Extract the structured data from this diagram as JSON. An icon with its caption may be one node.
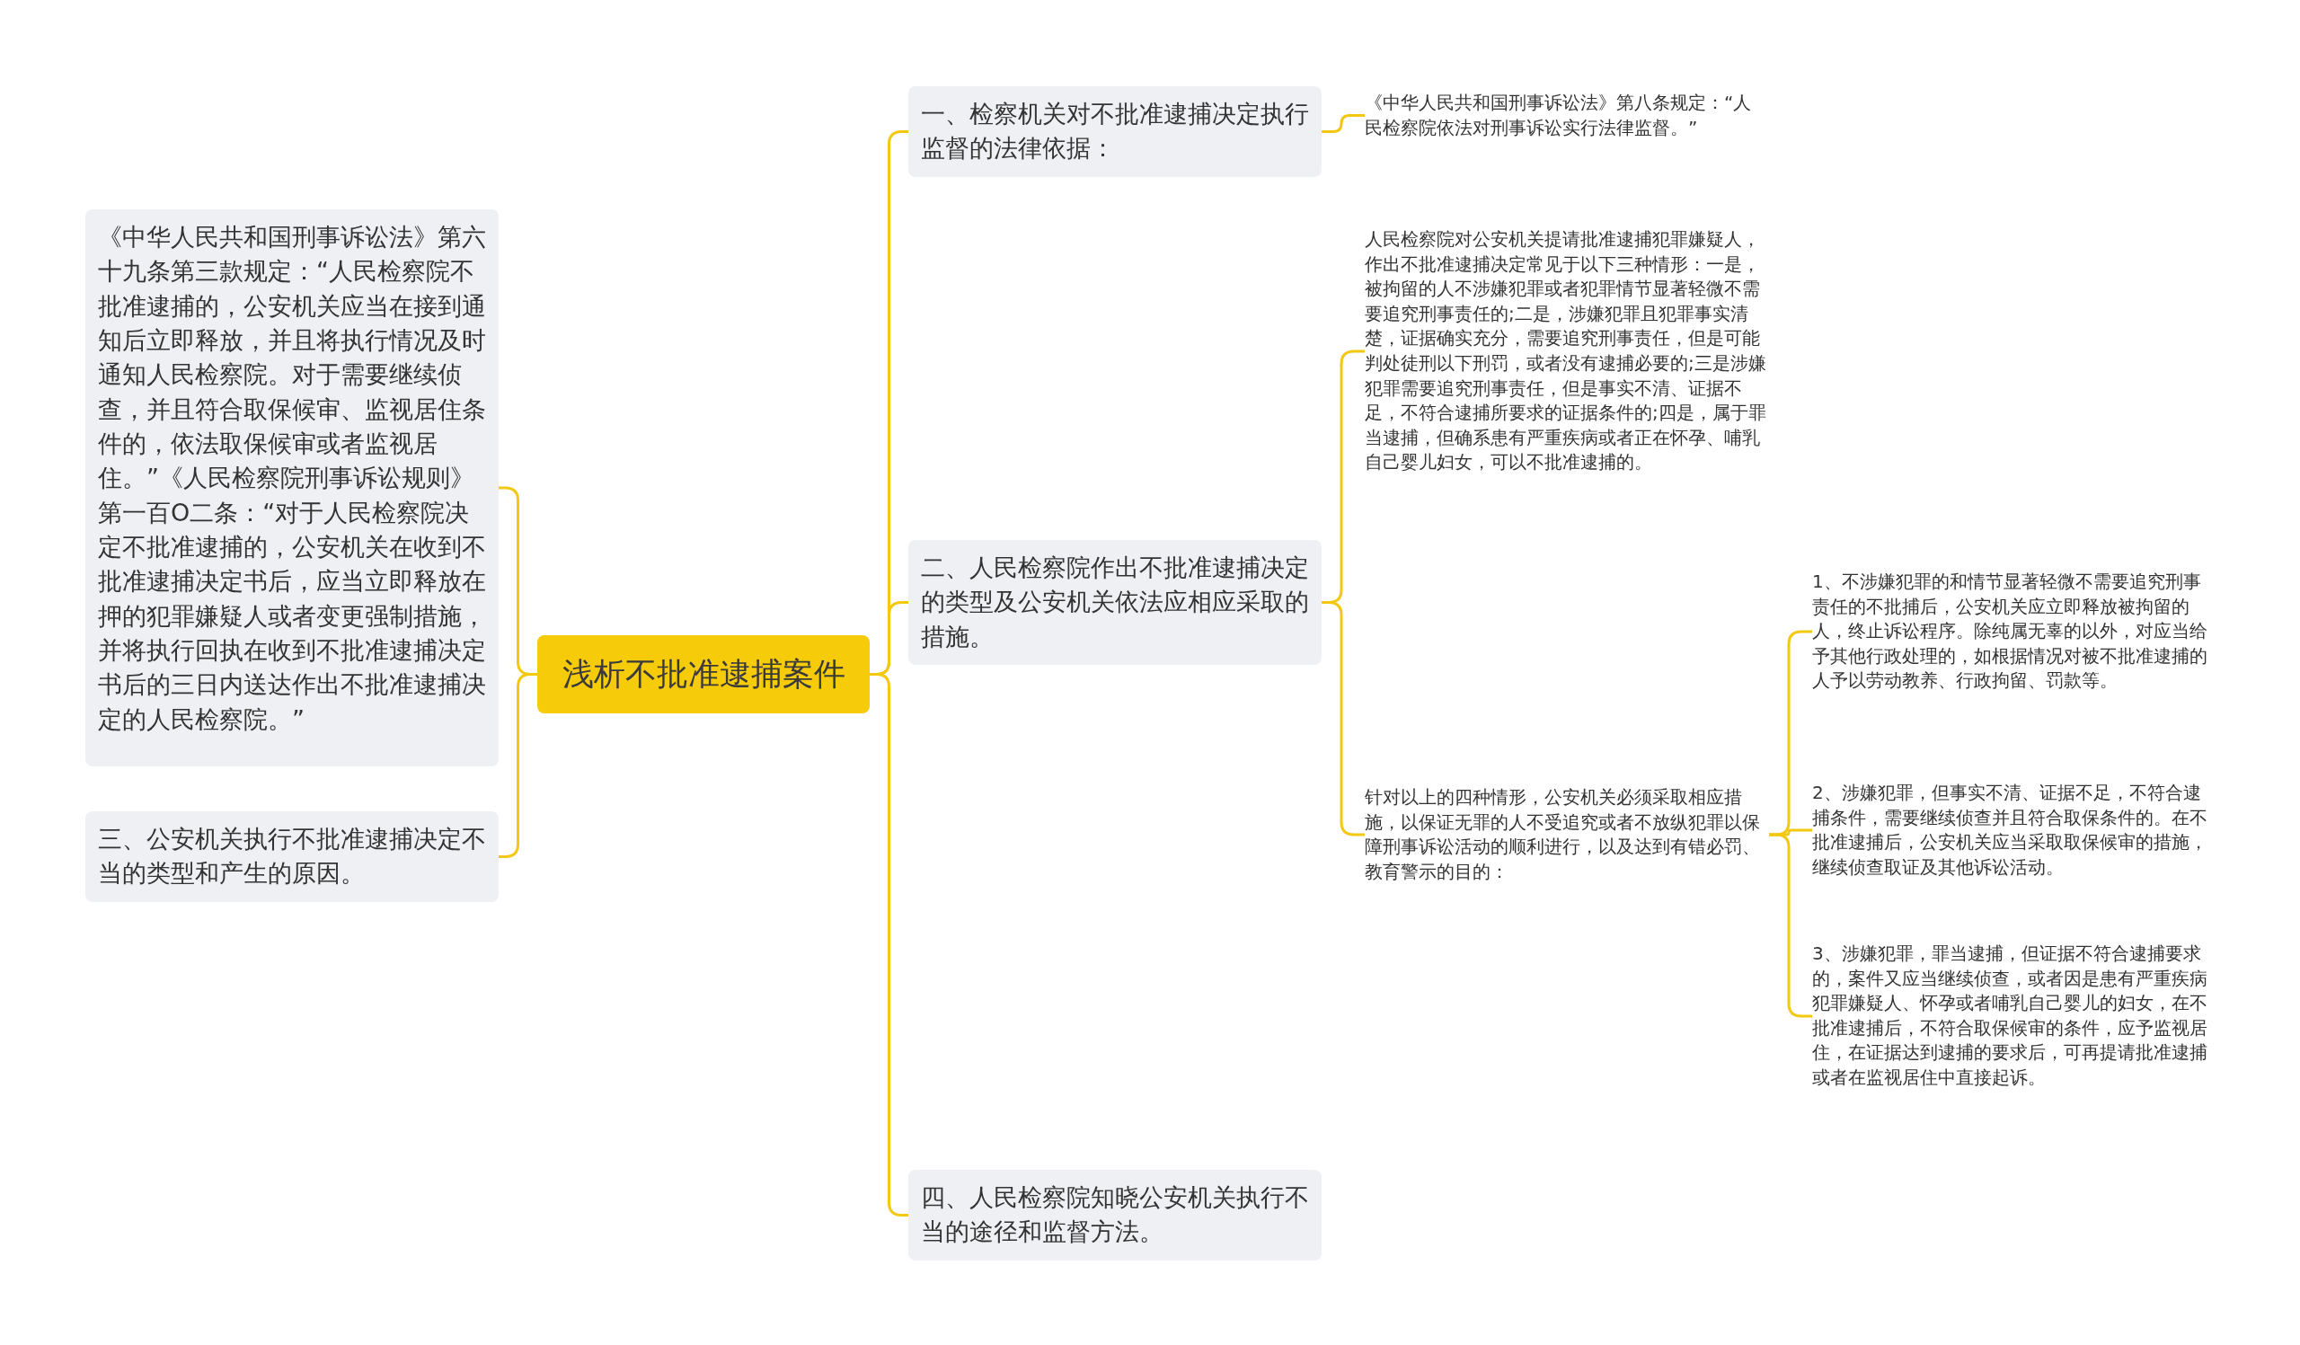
{
  "diagram": {
    "nodes": [
      {
        "text": [
          "浅析不批准逮捕案件"
        ]
      },
      {
        "text": [
          "《中华人民共和国刑事诉讼法》第六十九条第三款规定：“人民检察院不批准逮捕的，公安机关应当在接到通知后立即释放，并且将执行情况及时通知人民检察院。对于需要继续侦查，并且符合取保候审、监视居住条件的，依法取保候审或者监视居住。”《人民检察院刑事诉讼规则》第一百O二条：“对于人民检察院决定不批准逮捕的，公安机关在收到不批准逮捕决定书后，应当立即释放在押的犯罪嫌疑人或者变更强制措施，并将执行回执在收到不批准逮捕决定书后的三日内送达作出不批准逮捕决定的人民检察院。”"
        ]
      },
      {
        "text": [
          "三、公安机关执行不批准逮捕决定不当的类型和产生的原因。"
        ]
      },
      {
        "text": [
          "一、检察机关对不批准逮捕决定执行监督的法律依据："
        ]
      },
      {
        "text": [
          "《中华人民共和国刑事诉讼法》第八条规定：“人民检察院依法对刑事诉讼实行法律监督。”"
        ]
      },
      {
        "text": [
          "二、人民检察院作出不批准逮捕决定的类型及公安机关依法应相应采取的措施。"
        ]
      },
      {
        "text": [
          "人民检察院对公安机关提请批准逮捕犯罪嫌疑人，作出不批准逮捕决定常见于以下三种情形：一是，被拘留的人不涉嫌犯罪或者犯罪情节显著轻微不需要追究刑事责任的;二是，涉嫌犯罪且犯罪事实清楚，证据确实充分，需要追究刑事责任，但是可能判处徒刑以下刑罚，或者没有逮捕必要的;三是涉嫌犯罪需要追究刑事责任，但是事实不清、证据不足，不符合逮捕所要求的证据条件的;四是，属于罪当逮捕，但确系患有严重疾病或者正在怀孕、哺乳自己婴儿妇女，可以不批准逮捕的。"
        ]
      },
      {
        "text": [
          "针对以上的四种情形，公安机关必须采取相应措施，以保证无罪的人不受追究或者不放纵犯罪以保障刑事诉讼活动的顺利进行，以及达到有错必罚、教育警示的目的："
        ]
      },
      {
        "text": [
          "1、不涉嫌犯罪的和情节显著轻微不需要追究刑事责任的不批捕后，公安机关应立即释放被拘留的人，终止诉讼程序。除纯属无辜的以外，对应当给予其他行政处理的，如根据情况对被不批准逮捕的人予以劳动教养、行政拘留、罚款等。"
        ]
      },
      {
        "text": [
          "2、涉嫌犯罪，但事实不清、证据不足，不符合逮捕条件，需要继续侦查并且符合取保条件的。在不批准逮捕后，公安机关应当采取取保候审的措施，继续侦查取证及其他诉讼活动。"
        ]
      },
      {
        "text": [
          "3、涉嫌犯罪，罪当逮捕，但证据不符合逮捕要求的，案件又应当继续侦查，或者因是患有严重疾病犯罪嫌疑人、怀孕或者哺乳自己婴儿的妇女，在不批准逮捕后，不符合取保候审的条件，应予监视居住，在证据达到逮捕的要求后，可再提请批准逮捕或者在监视居住中直接起诉。"
        ]
      },
      {
        "text": [
          "四、人民检察院知晓公安机关执行不当的途径和监督方法。"
        ]
      }
    ],
    "edges": [
      {
        "from": 0,
        "to": 1,
        "arrow": "none"
      },
      {
        "from": 0,
        "to": 2,
        "arrow": "none"
      },
      {
        "from": 0,
        "to": 3,
        "arrow": "none"
      },
      {
        "from": 0,
        "to": 5,
        "arrow": "none"
      },
      {
        "from": 0,
        "to": 11,
        "arrow": "none"
      },
      {
        "from": 3,
        "to": 4,
        "arrow": "none"
      },
      {
        "from": 5,
        "to": 6,
        "arrow": "none"
      },
      {
        "from": 5,
        "to": 7,
        "arrow": "none"
      },
      {
        "from": 7,
        "to": 8,
        "arrow": "none"
      },
      {
        "from": 7,
        "to": 9,
        "arrow": "none"
      },
      {
        "from": 7,
        "to": 10,
        "arrow": "none"
      }
    ]
  }
}
